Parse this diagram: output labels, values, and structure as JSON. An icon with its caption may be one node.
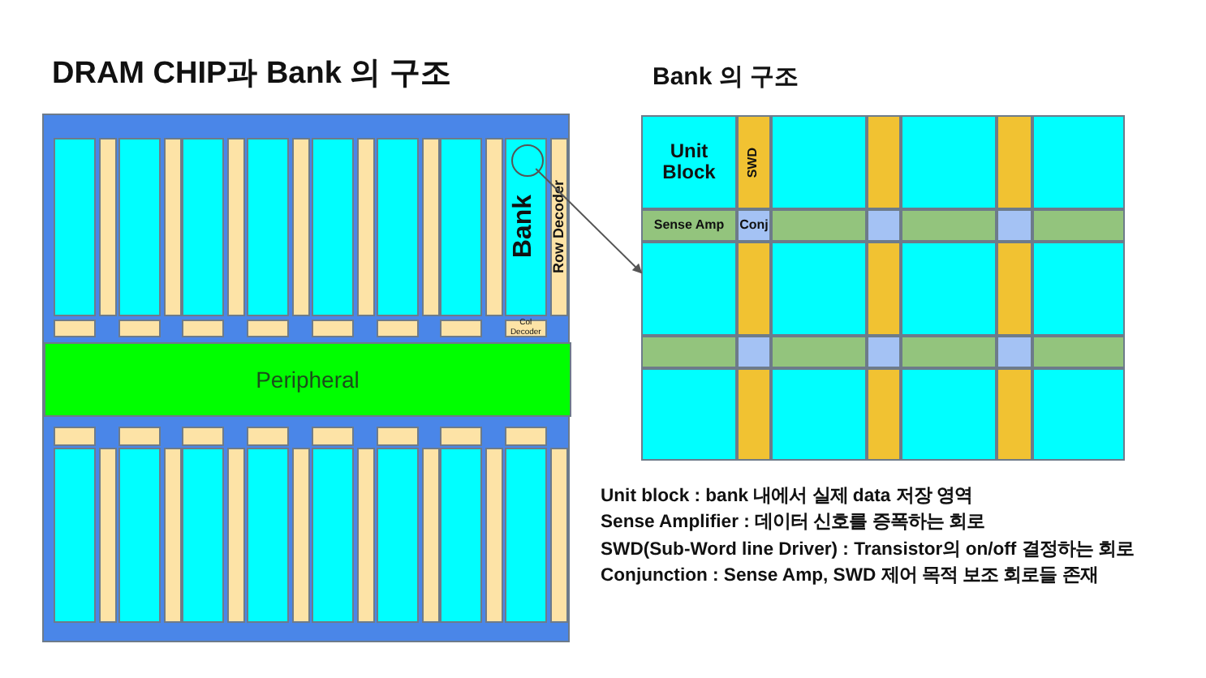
{
  "diagram": {
    "title": "DRAM CHIP과 Bank 의 구조",
    "nodes": [
      {
        "text": [],
        "shape": "box"
      },
      {
        "text": [],
        "shape": "box",
        "in": 0
      },
      {
        "text": [],
        "shape": "box",
        "in": 0
      },
      {
        "text": [],
        "shape": "box",
        "in": 0
      },
      {
        "text": [],
        "shape": "box",
        "in": 0
      },
      {
        "text": [],
        "shape": "box",
        "in": 0
      },
      {
        "text": [],
        "shape": "box",
        "in": 0
      },
      {
        "text": [],
        "shape": "box",
        "in": 0
      },
      {
        "text": [
          "Bank"
        ],
        "in": 0
      },
      {
        "text": [],
        "shape": "box",
        "in": 0
      },
      {
        "text": [],
        "shape": "box",
        "in": 0
      },
      {
        "text": [],
        "shape": "box",
        "in": 0
      },
      {
        "text": [],
        "shape": "box",
        "in": 0
      },
      {
        "text": [],
        "shape": "box",
        "in": 0
      },
      {
        "text": [],
        "shape": "box",
        "in": 0
      },
      {
        "text": [],
        "shape": "box",
        "in": 0
      },
      {
        "text": [
          "Row Decoder"
        ],
        "in": 0
      },
      {
        "text": [],
        "shape": "box",
        "in": 0
      },
      {
        "text": [],
        "shape": "box",
        "in": 0
      },
      {
        "text": [],
        "shape": "box",
        "in": 0
      },
      {
        "text": [],
        "shape": "box",
        "in": 0
      },
      {
        "text": [],
        "shape": "box",
        "in": 0
      },
      {
        "text": [],
        "shape": "box",
        "in": 0
      },
      {
        "text": [],
        "shape": "box",
        "in": 0
      },
      {
        "text": [
          "Col Decoder"
        ],
        "in": 0
      },
      {
        "text": [],
        "shape": "circle",
        "in": 8
      },
      {
        "text": [
          "Peripheral"
        ],
        "in": 0
      },
      {
        "text": [],
        "shape": "box",
        "in": 0
      },
      {
        "text": [],
        "shape": "box",
        "in": 0
      },
      {
        "text": [],
        "shape": "box",
        "in": 0
      },
      {
        "text": [],
        "shape": "box",
        "in": 0
      },
      {
        "text": [],
        "shape": "box",
        "in": 0
      },
      {
        "text": [],
        "shape": "box",
        "in": 0
      },
      {
        "text": [],
        "shape": "box",
        "in": 0
      },
      {
        "text": [],
        "shape": "box",
        "in": 0
      },
      {
        "text": [],
        "shape": "box",
        "in": 0
      },
      {
        "text": [],
        "shape": "box",
        "in": 0
      },
      {
        "text": [],
        "shape": "box",
        "in": 0
      },
      {
        "text": [],
        "shape": "box",
        "in": 0
      },
      {
        "text": [],
        "shape": "box",
        "in": 0
      },
      {
        "text": [],
        "shape": "box",
        "in": 0
      },
      {
        "text": [],
        "shape": "box",
        "in": 0
      },
      {
        "text": [],
        "shape": "box",
        "in": 0
      },
      {
        "text": [],
        "shape": "box",
        "in": 0
      },
      {
        "text": [],
        "shape": "box",
        "in": 0
      },
      {
        "text": [],
        "shape": "box",
        "in": 0
      },
      {
        "text": [],
        "shape": "box",
        "in": 0
      },
      {
        "text": [],
        "shape": "box",
        "in": 0
      },
      {
        "text": [],
        "shape": "box",
        "in": 0
      },
      {
        "text": [],
        "shape": "box",
        "in": 0
      },
      {
        "text": [],
        "shape": "box",
        "in": 0
      },
      {
        "text": [
          "Bank 의 구조"
        ]
      },
      {
        "text": [
          "Unit Block"
        ],
        "in": 51
      },
      {
        "text": [
          "SWD"
        ],
        "in": 51
      },
      {
        "text": [],
        "shape": "box",
        "in": 51
      },
      {
        "text": [],
        "shape": "box",
        "in": 51
      },
      {
        "text": [],
        "shape": "box",
        "in": 51
      },
      {
        "text": [],
        "shape": "box",
        "in": 51
      },
      {
        "text": [],
        "shape": "box",
        "in": 51
      },
      {
        "text": [
          "Sense Amp"
        ],
        "in": 51
      },
      {
        "text": [
          "Conj"
        ],
        "in": 51
      },
      {
        "text": [],
        "shape": "box",
        "in": 51
      },
      {
        "text": [],
        "shape": "box",
        "in": 51
      },
      {
        "text": [],
        "shape": "box",
        "in": 51
      },
      {
        "text": [],
        "shape": "box",
        "in": 51
      },
      {
        "text": [],
        "shape": "box",
        "in": 51
      },
      {
        "text": [],
        "shape": "box",
        "in": 51
      },
      {
        "text": [],
        "shape": "box",
        "in": 51
      },
      {
        "text": [],
        "shape": "box",
        "in": 51
      },
      {
        "text": [],
        "shape": "box",
        "in": 51
      },
      {
        "text": [],
        "shape": "box",
        "in": 51
      },
      {
        "text": [],
        "shape": "box",
        "in": 51
      },
      {
        "text": [],
        "shape": "box",
        "in": 51
      },
      {
        "text": [],
        "shape": "box",
        "in": 51
      },
      {
        "text": [],
        "shape": "box",
        "in": 51
      },
      {
        "text": [],
        "shape": "box",
        "in": 51
      },
      {
        "text": [],
        "shape": "box",
        "in": 51
      },
      {
        "text": [],
        "shape": "box",
        "in": 51
      },
      {
        "text": [],
        "shape": "box",
        "in": 51
      },
      {
        "text": [],
        "shape": "box",
        "in": 51
      },
      {
        "text": [],
        "shape": "box",
        "in": 51
      },
      {
        "text": [],
        "shape": "box",
        "in": 51
      },
      {
        "text": [],
        "shape": "box",
        "in": 51
      },
      {
        "text": [],
        "shape": "box",
        "in": 51
      },
      {
        "text": [],
        "shape": "box",
        "in": 51
      },
      {
        "text": [],
        "shape": "box",
        "in": 51
      },
      {
        "text": [],
        "shape": "box",
        "in": 51
      }
    ],
    "edges": [
      {
        "from": 25,
        "to": 51,
        "arrow": "to"
      }
    ],
    "labels": [
      "Unit block : bank 내에서 실제 data 저장 영역",
      "Sense Amplifier : 데이터 신호를 증폭하는 회로",
      "SWD(Sub-Word line Driver) : Transistor의 on/off 결정하는 회로",
      "Conjunction : Sense Amp, SWD 제어 목적 보조 회로들 존재"
    ]
  }
}
